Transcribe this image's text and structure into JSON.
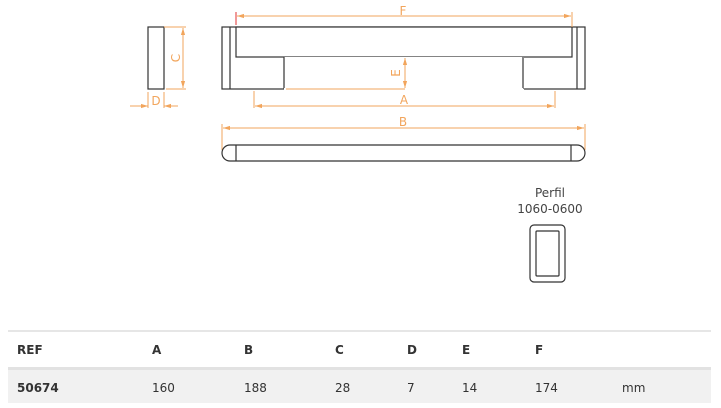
{
  "drawing": {
    "dimension_labels": {
      "A": "A",
      "B": "B",
      "C": "C",
      "D": "D",
      "E": "E",
      "F": "F"
    },
    "profile_title": "Perfil",
    "profile_code": "1060-0600",
    "dimension_color": "#f2a55c"
  },
  "table": {
    "headers": [
      "REF",
      "A",
      "B",
      "C",
      "D",
      "E",
      "F",
      ""
    ],
    "rows": [
      [
        "50674",
        "160",
        "188",
        "28",
        "7",
        "14",
        "174",
        "mm"
      ]
    ]
  }
}
